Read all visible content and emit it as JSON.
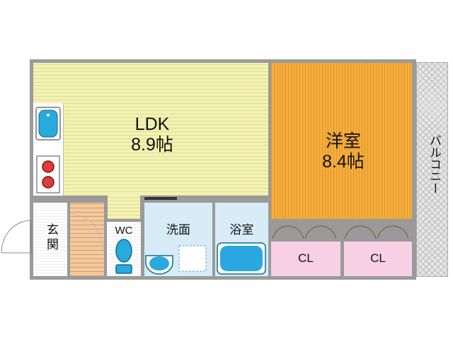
{
  "rooms": {
    "ldk": {
      "name": "LDK",
      "size": "8.9帖"
    },
    "western": {
      "name": "洋室",
      "size": "8.4帖"
    },
    "balcony": {
      "name": "バルコニー"
    },
    "entrance": {
      "name": "玄関"
    },
    "wc": {
      "name": "WC"
    },
    "washroom": {
      "name": "洗面"
    },
    "bath": {
      "name": "浴室"
    },
    "closet1": {
      "name": "CL"
    },
    "closet2": {
      "name": "CL"
    }
  },
  "colors": {
    "ldk": "#f3f2b4",
    "western": "#f5ae3c",
    "closet": "#f8d0e4",
    "washroom": "#d7ecf6",
    "bathtub": "#2aa7e0",
    "walls": "#9a9a9a"
  },
  "icons": [
    "sink-icon",
    "stove-icon",
    "toilet-icon",
    "wash-basin-icon",
    "bathtub-icon",
    "washing-machine-pan-icon"
  ]
}
